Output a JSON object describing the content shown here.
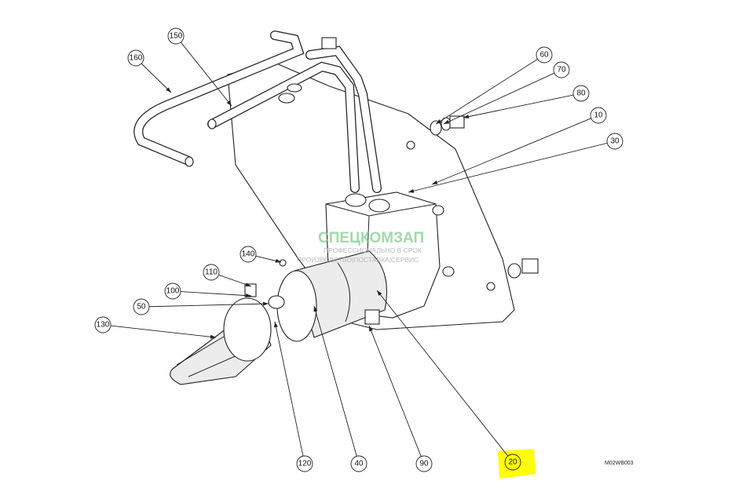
{
  "diagram": {
    "callouts": [
      {
        "id": "150",
        "label": "150"
      },
      {
        "id": "160",
        "label": "160"
      },
      {
        "id": "60",
        "label": "60"
      },
      {
        "id": "70",
        "label": "70"
      },
      {
        "id": "80",
        "label": "80"
      },
      {
        "id": "10",
        "label": "10"
      },
      {
        "id": "30",
        "label": "30"
      },
      {
        "id": "140",
        "label": "140"
      },
      {
        "id": "110",
        "label": "110"
      },
      {
        "id": "100",
        "label": "100"
      },
      {
        "id": "50",
        "label": "50"
      },
      {
        "id": "130",
        "label": "130"
      },
      {
        "id": "120",
        "label": "120"
      },
      {
        "id": "40",
        "label": "40"
      },
      {
        "id": "90",
        "label": "90"
      },
      {
        "id": "20",
        "label": "20"
      }
    ],
    "highlighted_callout": "20",
    "highlight_color": "#ffff00",
    "drawing_code": "M02WB003",
    "watermark": {
      "brand": "СПЕЦКОМЗАП",
      "line1": "ПРОФЕССИОНАЛЬНО В СРОК",
      "line2": "ПРОИЗВОДСТВО|ПОСТАВКА|СЕРВИС"
    }
  }
}
